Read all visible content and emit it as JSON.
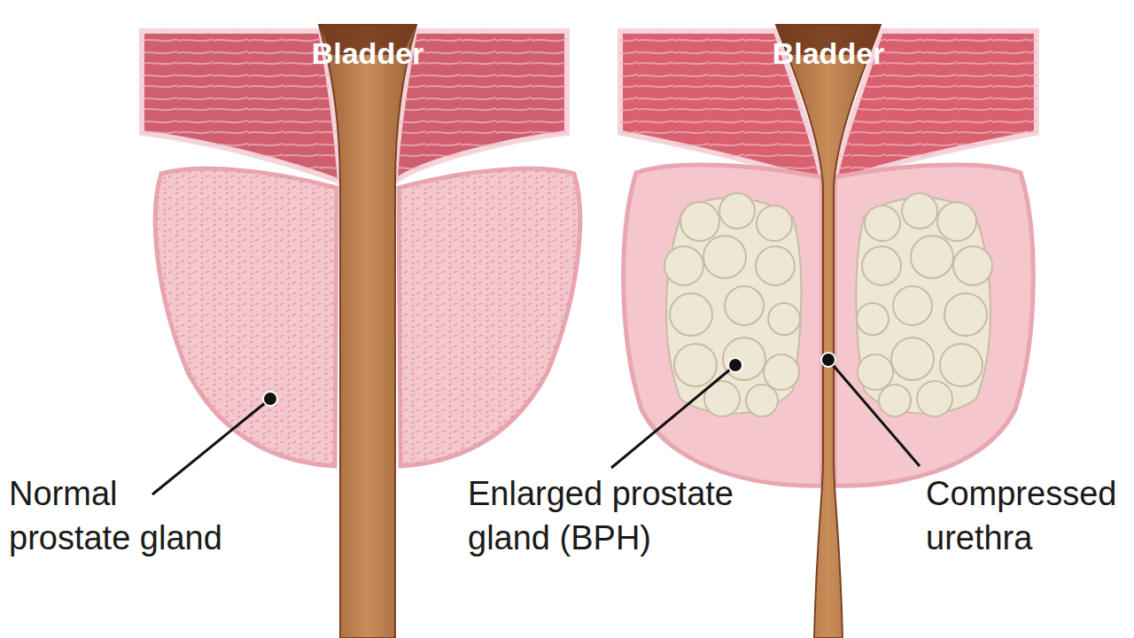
{
  "diagram": {
    "labels": [
      "Bladder",
      "Bladder",
      "Normal prostate gland",
      "Enlarged prostate gland (BPH)",
      "Compressed urethra"
    ]
  }
}
